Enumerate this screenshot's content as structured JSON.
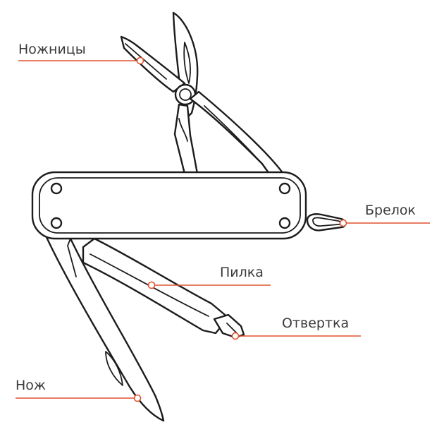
{
  "colors": {
    "accent": "#e0522d",
    "outline": "#1c1c1c",
    "label_text": "#3a3a3a"
  },
  "callouts": {
    "scissors": "Ножницы",
    "keyring": "Брелок",
    "file": "Пилка",
    "screwdriver": "Отвертка",
    "knife": "Нож"
  }
}
